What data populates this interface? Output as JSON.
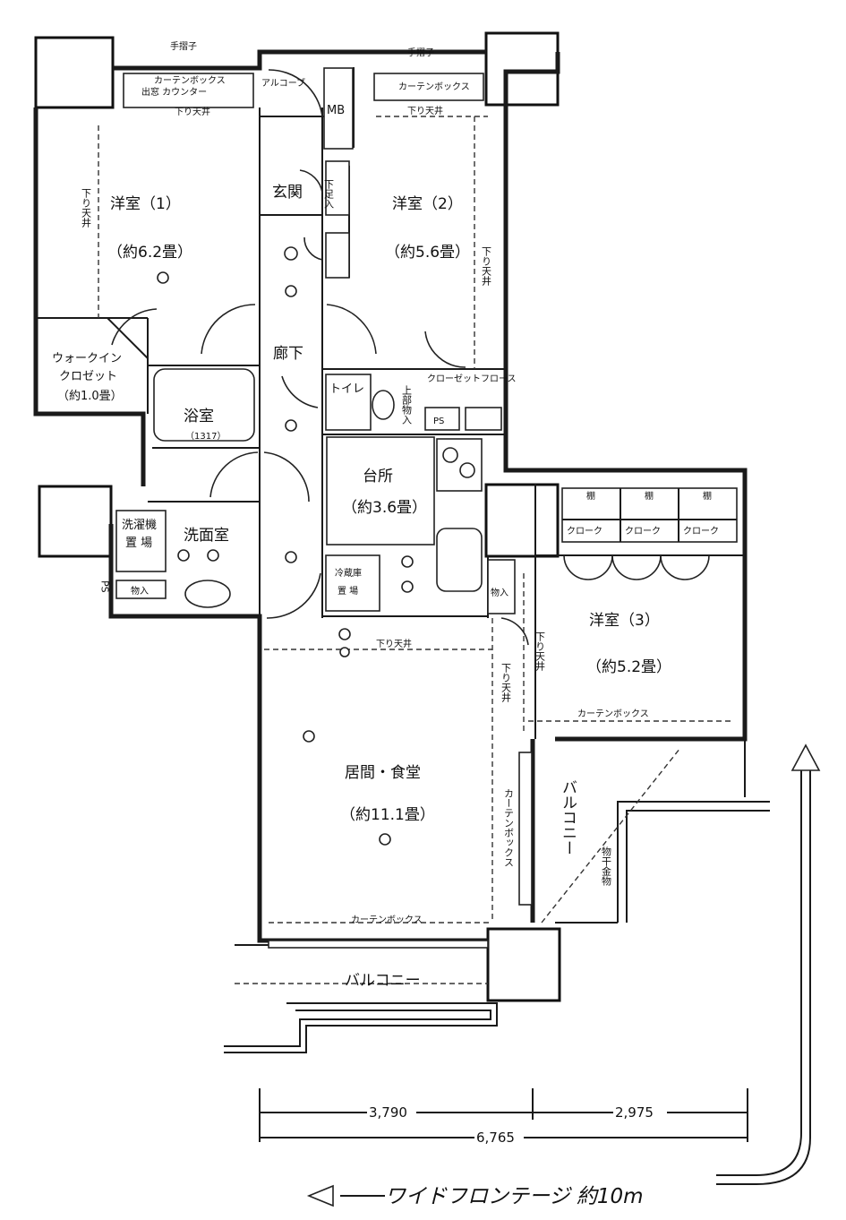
{
  "rooms": {
    "western1": "洋室（1）",
    "western1_size": "（約6.2畳）",
    "western2": "洋室（2）",
    "western2_size": "（約5.6畳）",
    "western3": "洋室（3）",
    "western3_size": "（約5.2畳）",
    "entrance": "玄関",
    "corridor": "廊下",
    "walkin1": "ウォークイン",
    "walkin2": "クロゼット",
    "walkin_size": "（約1.0畳）",
    "bath": "浴室",
    "bath_size": "（1317）",
    "washroom": "洗面室",
    "washer1": "洗濯機",
    "washer2": "置 場",
    "toilet": "トイレ",
    "kitchen": "台所",
    "kitchen_size": "（約3.6畳）",
    "fridge1": "冷蔵庫",
    "fridge2": "置 場",
    "living": "居間・食堂",
    "living_size": "（約11.1畳）",
    "closet": "クローク",
    "balcony_bottom": "バルコニー",
    "balcony_side": "バルコニー",
    "mb": "MB",
    "ps": "PS",
    "storage": "物入",
    "shelf": "棚",
    "alcove": "アルコーブ",
    "counter": "出窓 カウンター",
    "curtain_box": "カーテンボックス",
    "lower_ceiling": "下り天井",
    "lower_ceiling_v": "下り天井",
    "closet_floor": "クローゼットフロース",
    "handrail": "手摺子",
    "drying_hardware": "物干金物",
    "shoe": "下足入",
    "upper_storage": "上部物入"
  },
  "dimensions": {
    "d1": "3,790",
    "d2": "2,975",
    "total": "6,765"
  },
  "frontage": "ワイドフロンテージ 約10m"
}
